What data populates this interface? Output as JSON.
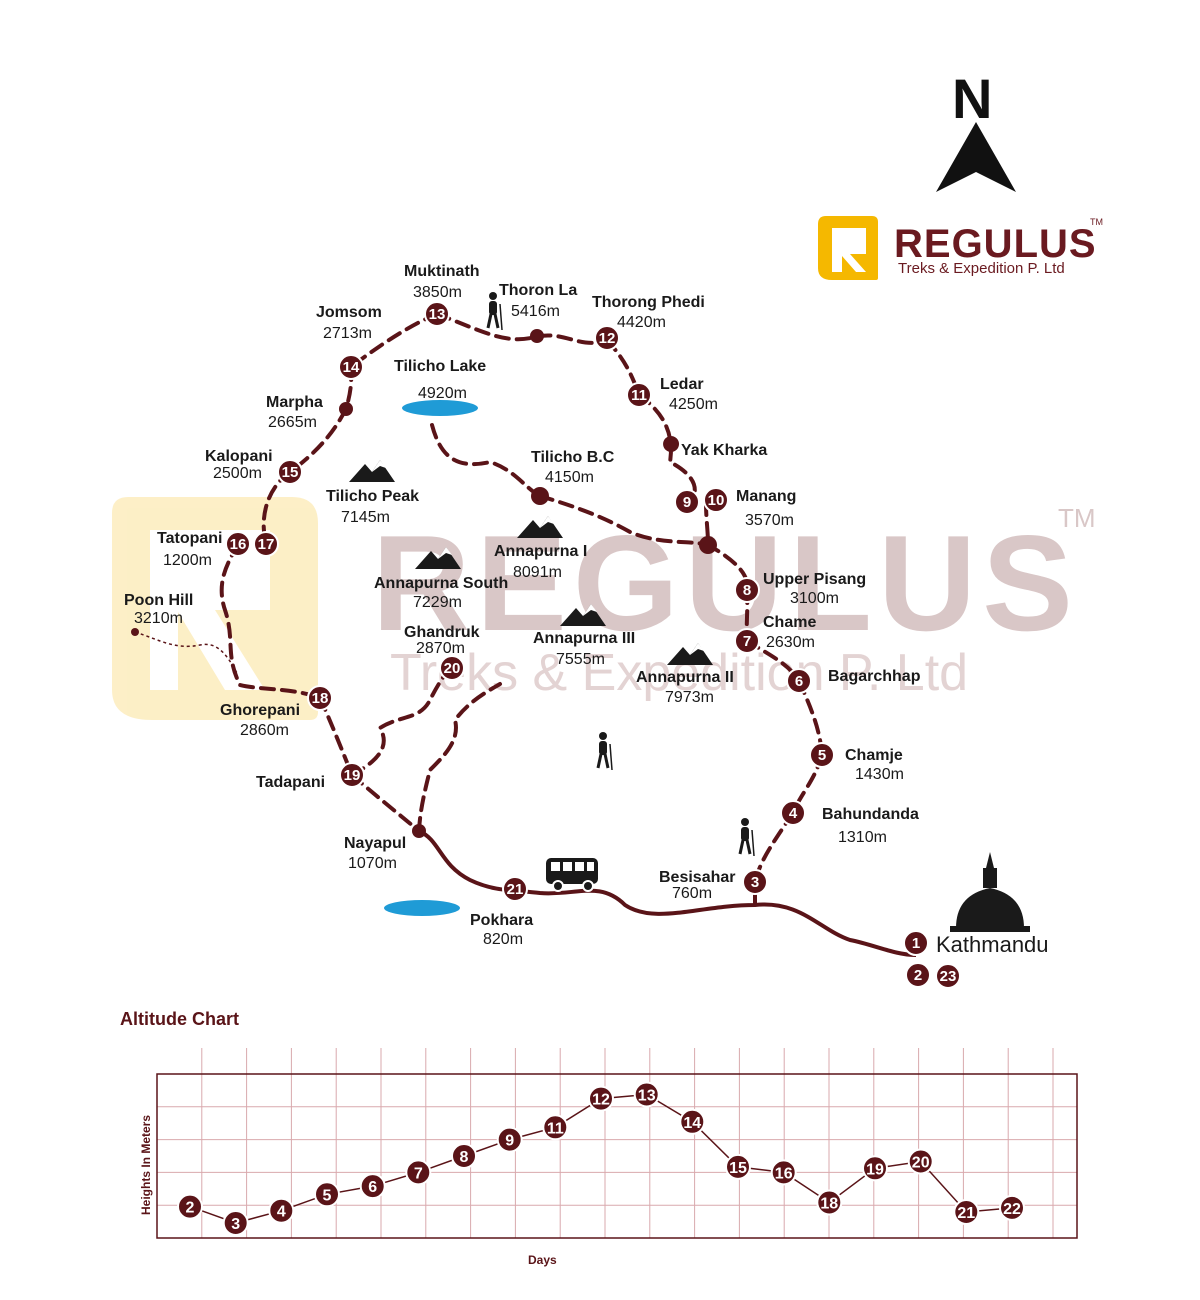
{
  "colors": {
    "route": "#5a1418",
    "route_stop": "#5a1418",
    "lake": "#1f9bd6",
    "logo_yellow": "#f5b800",
    "brand": "#6a1a20",
    "grid": "#d9a9ad"
  },
  "compass": {
    "letter": "N"
  },
  "logo": {
    "name": "REGULUS",
    "tm": "TM",
    "tagline": "Treks & Expedition P. Ltd"
  },
  "watermark": {
    "name": "REGULUS",
    "tm": "TM",
    "tagline": "Treks & Expedition P. Ltd"
  },
  "places": [
    {
      "name": "Muktinath",
      "alt": "3850m"
    },
    {
      "name": "Thoron La",
      "alt": "5416m"
    },
    {
      "name": "Thorong Phedi",
      "alt": "4420m"
    },
    {
      "name": "Jomsom",
      "alt": "2713m"
    },
    {
      "name": "Tilicho Lake",
      "alt": "4920m"
    },
    {
      "name": "Ledar",
      "alt": "4250m"
    },
    {
      "name": "Marpha",
      "alt": "2665m"
    },
    {
      "name": "Yak Kharka",
      "alt": ""
    },
    {
      "name": "Kalopani",
      "alt": "2500m"
    },
    {
      "name": "Tilicho B.C",
      "alt": "4150m"
    },
    {
      "name": "Tilicho Peak",
      "alt": "7145m"
    },
    {
      "name": "Manang",
      "alt": "3570m"
    },
    {
      "name": "Tatopani",
      "alt": "1200m"
    },
    {
      "name": "Annapurna I",
      "alt": "8091m"
    },
    {
      "name": "Upper Pisang",
      "alt": "3100m"
    },
    {
      "name": "Annapurna South",
      "alt": "7229m"
    },
    {
      "name": "Poon Hill",
      "alt": "3210m"
    },
    {
      "name": "Chame",
      "alt": "2630m"
    },
    {
      "name": "Ghandruk",
      "alt": "2870m"
    },
    {
      "name": "Annapurna III",
      "alt": "7555m"
    },
    {
      "name": "Annapurna II",
      "alt": "7973m"
    },
    {
      "name": "Bagarchhap",
      "alt": ""
    },
    {
      "name": "Ghorepani",
      "alt": "2860m"
    },
    {
      "name": "Chamje",
      "alt": "1430m"
    },
    {
      "name": "Tadapani",
      "alt": ""
    },
    {
      "name": "Bahundanda",
      "alt": "1310m"
    },
    {
      "name": "Nayapul",
      "alt": "1070m"
    },
    {
      "name": "Besisahar",
      "alt": "760m"
    },
    {
      "name": "Pokhara",
      "alt": "820m"
    },
    {
      "name": "Kathmandu",
      "alt": ""
    }
  ],
  "stops": [
    "13",
    "12",
    "14",
    "11",
    "15",
    "9",
    "10",
    "16",
    "17",
    "8",
    "7",
    "20",
    "6",
    "18",
    "5",
    "19",
    "4",
    "21",
    "3",
    "1",
    "2",
    "23"
  ],
  "chart_data": {
    "type": "line",
    "title": "Altitude Chart",
    "xlabel": "Days",
    "ylabel": "Heights In Meters",
    "grid": true,
    "point_labels": [
      "2",
      "3",
      "4",
      "5",
      "6",
      "7",
      "8",
      "9",
      "11",
      "12",
      "13",
      "14",
      "15",
      "16",
      "18",
      "19",
      "20",
      "21",
      "22"
    ],
    "values": [
      1.15,
      0.55,
      1.0,
      1.6,
      1.9,
      2.4,
      3.0,
      3.6,
      4.05,
      5.1,
      5.25,
      4.25,
      2.6,
      2.4,
      1.3,
      2.55,
      2.8,
      0.95,
      1.1
    ],
    "ylim": [
      0,
      6
    ]
  }
}
